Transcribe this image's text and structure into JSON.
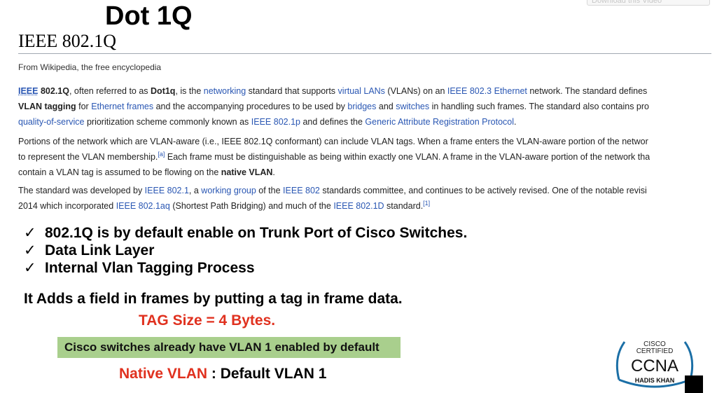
{
  "slide": {
    "title": "Dot 1Q",
    "download_button": "Download this Video"
  },
  "wiki": {
    "title": "IEEE 802.1Q",
    "subtitle": "From Wikipedia, the free encyclopedia",
    "p1": {
      "l1": {
        "a": "IEEE",
        "b": " 802.1Q",
        "c": ", often referred to as ",
        "d": "Dot1q",
        "e": ", is the ",
        "f": "networking",
        "g": " standard that supports ",
        "h": "virtual LANs",
        "i": " (VLANs) on an ",
        "j": "IEEE 802.3",
        "k": " ",
        "l": "Ethernet",
        "m": " network. The standard defines"
      },
      "l2": {
        "a": "VLAN tagging",
        "b": " for ",
        "c": "Ethernet frames",
        "d": " and the accompanying procedures to be used by ",
        "e": "bridges",
        "f": " and ",
        "g": "switches",
        "h": " in handling such frames. The standard also contains pro"
      },
      "l3": {
        "a": "quality-of-service",
        "b": " prioritization scheme commonly known as ",
        "c": "IEEE 802.1p",
        "d": " and defines the ",
        "e": "Generic Attribute Registration Protocol",
        "f": "."
      }
    },
    "p2": {
      "l1": "Portions of the network which are VLAN-aware (i.e., IEEE 802.1Q conformant) can include VLAN tags. When a frame enters the VLAN-aware portion of the networ",
      "l2": {
        "a": "to represent the VLAN membership.",
        "sup": "[a]",
        "b": " Each frame must be distinguishable as being within exactly one VLAN. A frame in the VLAN-aware portion of the network tha"
      },
      "l3": {
        "a": "contain a VLAN tag is assumed to be flowing on the ",
        "b": "native VLAN",
        "c": "."
      }
    },
    "p3": {
      "l1": {
        "a": "The standard was developed by ",
        "b": "IEEE 802.1",
        "c": ", a ",
        "d": "working group",
        "e": " of the ",
        "f": "IEEE 802",
        "g": " standards committee, and continues to be actively revised. One of the notable revisi"
      },
      "l2": {
        "a": "2014 which incorporated ",
        "b": "IEEE 802.1aq",
        "c": " (Shortest Path Bridging) and much of the ",
        "d": "IEEE 802.1D",
        "e": " standard.",
        "sup": "[1]"
      }
    }
  },
  "checklist": {
    "icon": "check-icon",
    "symbol": "✓",
    "items": [
      "802.1Q is by default enable on Trunk Port of Cisco Switches.",
      "Data Link Layer",
      "Internal Vlan Tagging Process"
    ]
  },
  "adds_field": "It Adds a field in frames by putting a tag in frame data.",
  "tag_size": "TAG Size = 4 Bytes.",
  "banner": "Cisco switches already have VLAN 1 enabled by default",
  "native_vlan": {
    "label": "Native VLAN",
    "value": " : Default VLAN 1"
  },
  "logo": {
    "line1": "CISCO",
    "line2": "CERTIFIED",
    "line3": "CCNA",
    "line4": "HADIS KHAN"
  },
  "colors": {
    "link": "#2a57b3",
    "red": "#e0311f",
    "banner_bg": "#a9cf8d",
    "logo_blue": "#1b6fa6"
  }
}
